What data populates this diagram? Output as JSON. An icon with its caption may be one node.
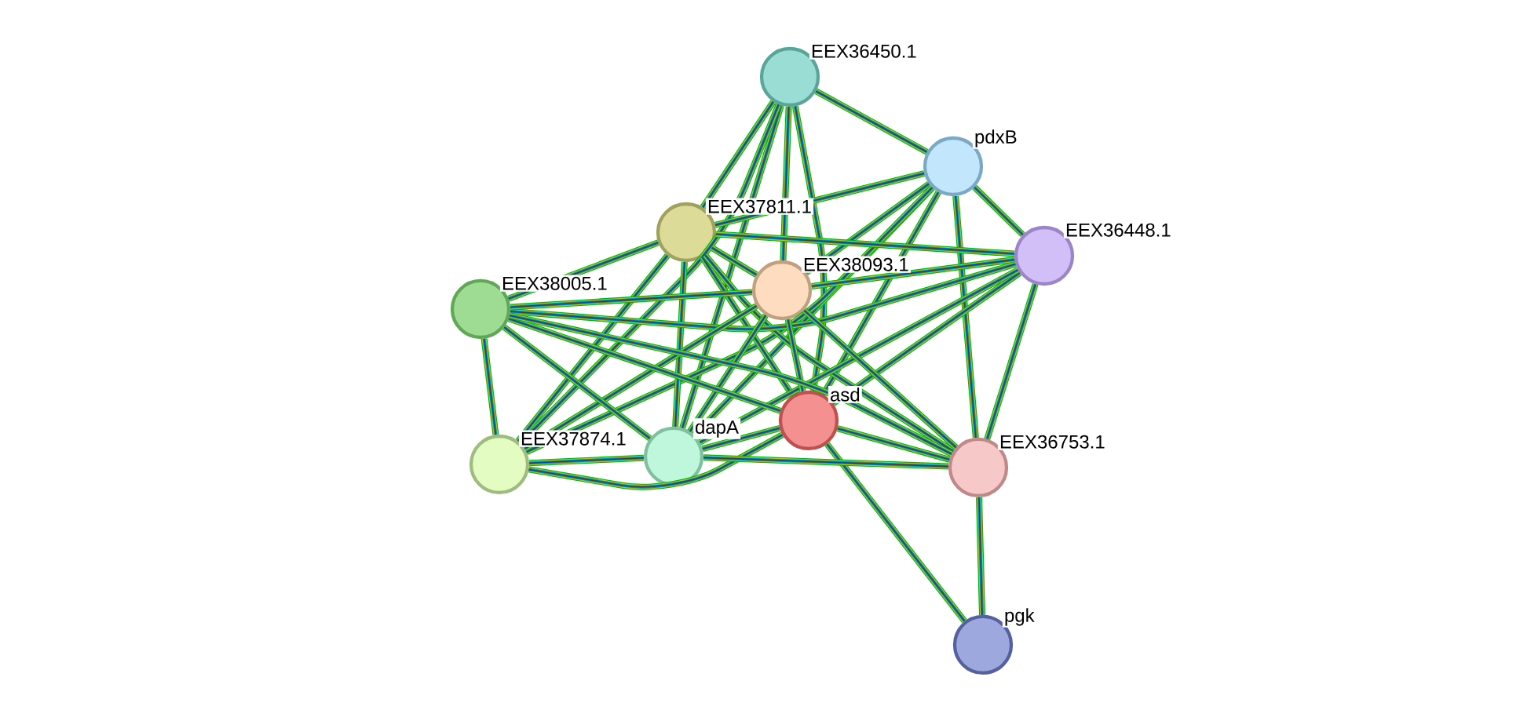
{
  "diagram": {
    "nodes": [
      {
        "text": [],
        "shape": "circle",
        "beside": [
          "EEX36450.1"
        ]
      },
      {
        "text": [],
        "shape": "circle",
        "beside": [
          "pdxB"
        ]
      },
      {
        "text": [],
        "shape": "circle",
        "beside": [
          "EEX37811.1"
        ]
      },
      {
        "text": [],
        "shape": "circle",
        "beside": [
          "EEX36448.1"
        ]
      },
      {
        "text": [],
        "shape": "circle",
        "beside": [
          "EEX38093.1"
        ]
      },
      {
        "text": [],
        "shape": "circle",
        "beside": [
          "EEX38005.1"
        ]
      },
      {
        "text": [],
        "shape": "circle",
        "beside": [
          "asd"
        ]
      },
      {
        "text": [],
        "shape": "circle",
        "beside": [
          "EEX37874.1"
        ]
      },
      {
        "text": [],
        "shape": "circle",
        "beside": [
          "dapA"
        ]
      },
      {
        "text": [],
        "shape": "circle",
        "beside": [
          "EEX36753.1"
        ]
      },
      {
        "text": [],
        "shape": "circle",
        "beside": [
          "pgk"
        ]
      }
    ],
    "edges": [
      {
        "from": 0,
        "to": 1,
        "arrow": "none"
      },
      {
        "from": 0,
        "to": 2,
        "arrow": "none"
      },
      {
        "from": 0,
        "to": 4,
        "arrow": "none"
      },
      {
        "from": 0,
        "to": 6,
        "arrow": "none"
      },
      {
        "from": 0,
        "to": 8,
        "arrow": "none"
      },
      {
        "from": 0,
        "to": 7,
        "arrow": "none"
      },
      {
        "from": 1,
        "to": 2,
        "arrow": "none"
      },
      {
        "from": 1,
        "to": 3,
        "arrow": "none"
      },
      {
        "from": 1,
        "to": 4,
        "arrow": "none"
      },
      {
        "from": 1,
        "to": 6,
        "arrow": "none"
      },
      {
        "from": 1,
        "to": 8,
        "arrow": "none"
      },
      {
        "from": 1,
        "to": 9,
        "arrow": "none"
      },
      {
        "from": 1,
        "to": 7,
        "arrow": "none"
      },
      {
        "from": 2,
        "to": 3,
        "arrow": "none"
      },
      {
        "from": 2,
        "to": 4,
        "arrow": "none"
      },
      {
        "from": 2,
        "to": 5,
        "arrow": "none"
      },
      {
        "from": 2,
        "to": 6,
        "arrow": "none"
      },
      {
        "from": 2,
        "to": 7,
        "arrow": "none"
      },
      {
        "from": 2,
        "to": 8,
        "arrow": "none"
      },
      {
        "from": 2,
        "to": 9,
        "arrow": "none"
      },
      {
        "from": 3,
        "to": 4,
        "arrow": "none"
      },
      {
        "from": 3,
        "to": 5,
        "arrow": "none"
      },
      {
        "from": 3,
        "to": 6,
        "arrow": "none"
      },
      {
        "from": 3,
        "to": 9,
        "arrow": "none"
      },
      {
        "from": 3,
        "to": 8,
        "arrow": "none"
      },
      {
        "from": 4,
        "to": 5,
        "arrow": "none"
      },
      {
        "from": 4,
        "to": 6,
        "arrow": "none"
      },
      {
        "from": 4,
        "to": 7,
        "arrow": "none"
      },
      {
        "from": 4,
        "to": 8,
        "arrow": "none"
      },
      {
        "from": 4,
        "to": 9,
        "arrow": "none"
      },
      {
        "from": 5,
        "to": 6,
        "arrow": "none"
      },
      {
        "from": 5,
        "to": 7,
        "arrow": "none"
      },
      {
        "from": 5,
        "to": 8,
        "arrow": "none"
      },
      {
        "from": 5,
        "to": 9,
        "arrow": "none"
      },
      {
        "from": 6,
        "to": 7,
        "arrow": "none"
      },
      {
        "from": 6,
        "to": 8,
        "arrow": "none"
      },
      {
        "from": 6,
        "to": 9,
        "arrow": "none"
      },
      {
        "from": 6,
        "to": 10,
        "arrow": "none"
      },
      {
        "from": 7,
        "to": 8,
        "arrow": "none"
      },
      {
        "from": 8,
        "to": 9,
        "arrow": "none"
      },
      {
        "from": 9,
        "to": 10,
        "arrow": "none"
      }
    ]
  }
}
